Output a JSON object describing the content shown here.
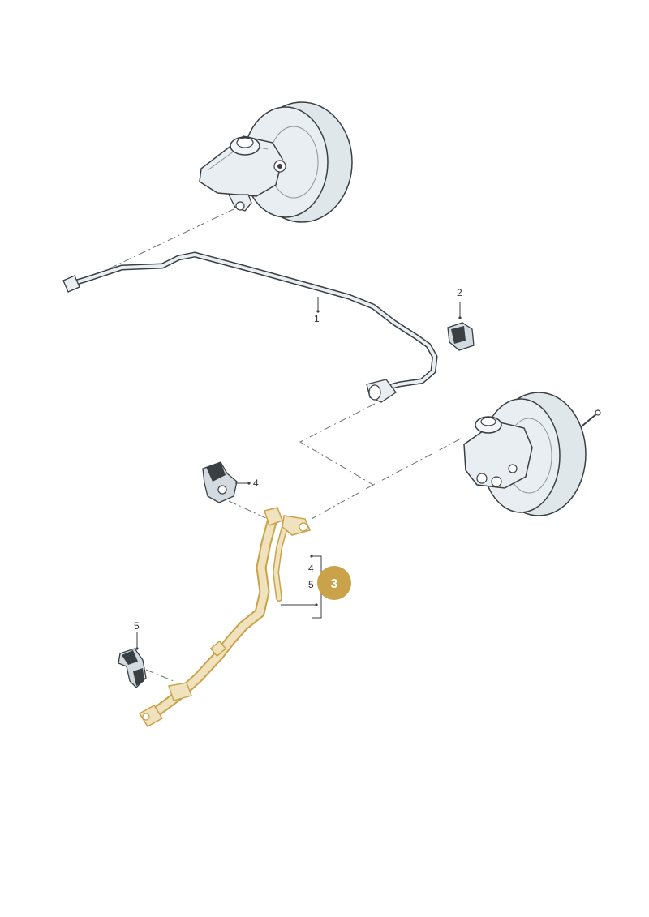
{
  "callouts": {
    "part_1": "1",
    "part_2": "2",
    "part_4_top": "4",
    "part_4_group": "4",
    "part_5_group": "5",
    "part_5_bottom": "5"
  },
  "highlight": {
    "badge_number": "3",
    "badge_color": "#c9a24a",
    "hose_fill": "#efe2bd",
    "hose_outline": "#c9a24a"
  },
  "colors": {
    "line_art": "#3a3f44",
    "component_fill": "#e8eef1",
    "shadow": "#c8d2d8"
  }
}
